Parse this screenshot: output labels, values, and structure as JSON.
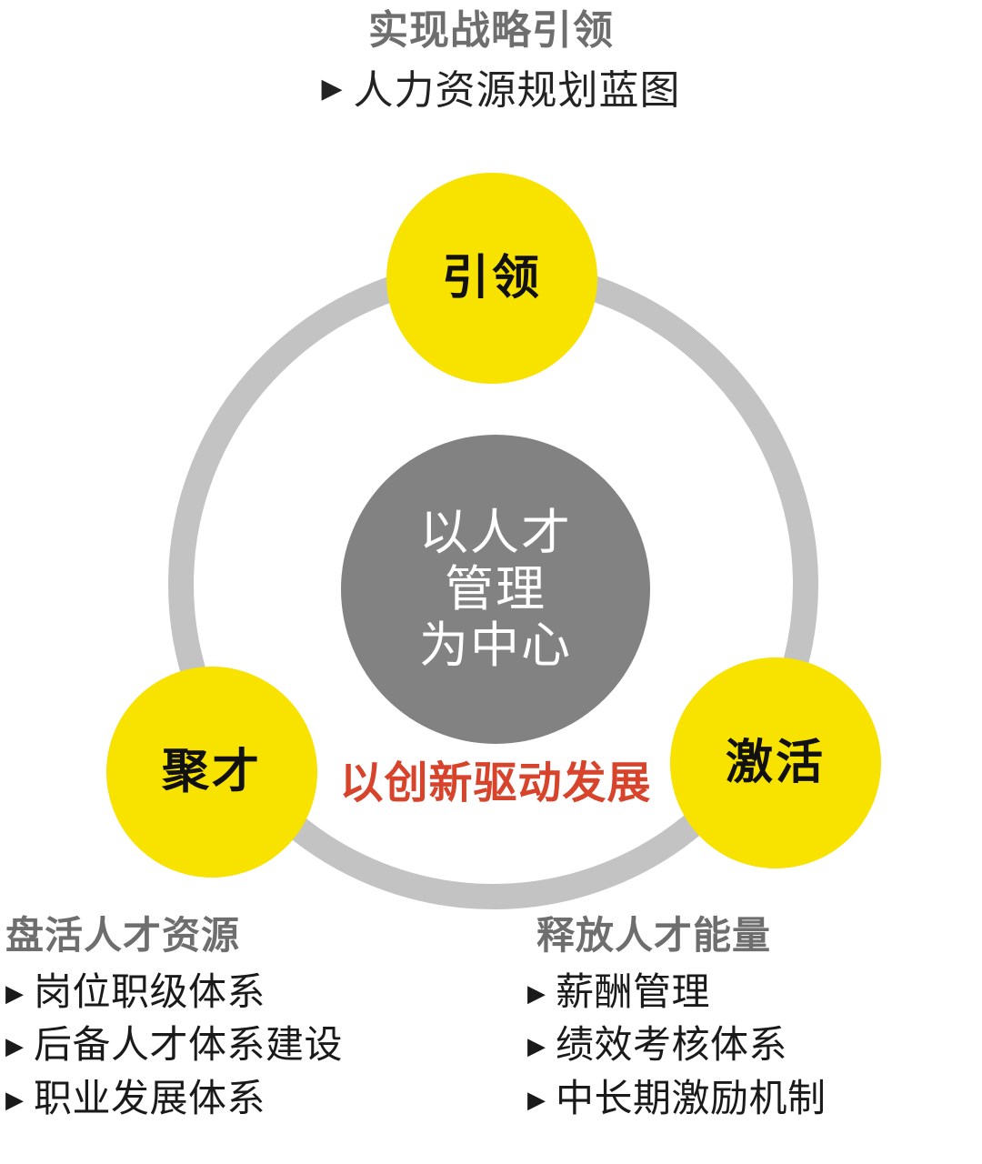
{
  "top": {
    "heading": "实现战略引领",
    "bullet_glyph": "▶",
    "bullet_text": "人力资源规划蓝图"
  },
  "diagram": {
    "center": {
      "line1": "以人才",
      "line2": "管理",
      "line3": "为中心"
    },
    "nodes": [
      {
        "id": "lead",
        "label": "引领",
        "position": "top"
      },
      {
        "id": "gather",
        "label": "聚才",
        "position": "bottom-left"
      },
      {
        "id": "activate",
        "label": "激活",
        "position": "bottom-right"
      }
    ],
    "tagline": "以创新驱动发展",
    "colors": {
      "node_yellow": "#F8E200",
      "center_gray": "#828282",
      "ring_gray": "#C3C3C3",
      "tagline_red": "#D8432B",
      "heading_gray": "#6E6E6E",
      "body_dark": "#1A1A1A"
    }
  },
  "bottom": {
    "bullet_glyph": "▶",
    "columns": [
      {
        "id": "gather-talent",
        "heading": "盘活人才资源",
        "items": [
          "岗位职级体系",
          "后备人才体系建设",
          "职业发展体系"
        ]
      },
      {
        "id": "release-talent",
        "heading": "释放人才能量",
        "items": [
          "薪酬管理",
          "绩效考核体系",
          "中长期激励机制"
        ]
      }
    ]
  }
}
